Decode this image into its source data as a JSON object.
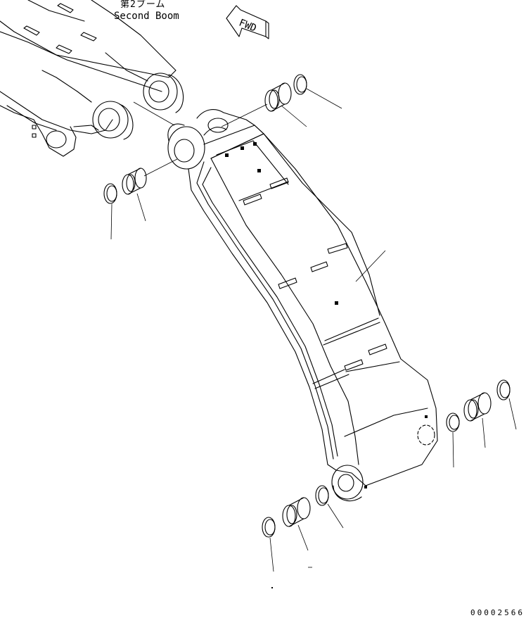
{
  "diagram": {
    "title_jp": "第2ブーム",
    "title_en": "Second Boom",
    "direction_label": "FWD",
    "drawing_number": "00002566"
  }
}
